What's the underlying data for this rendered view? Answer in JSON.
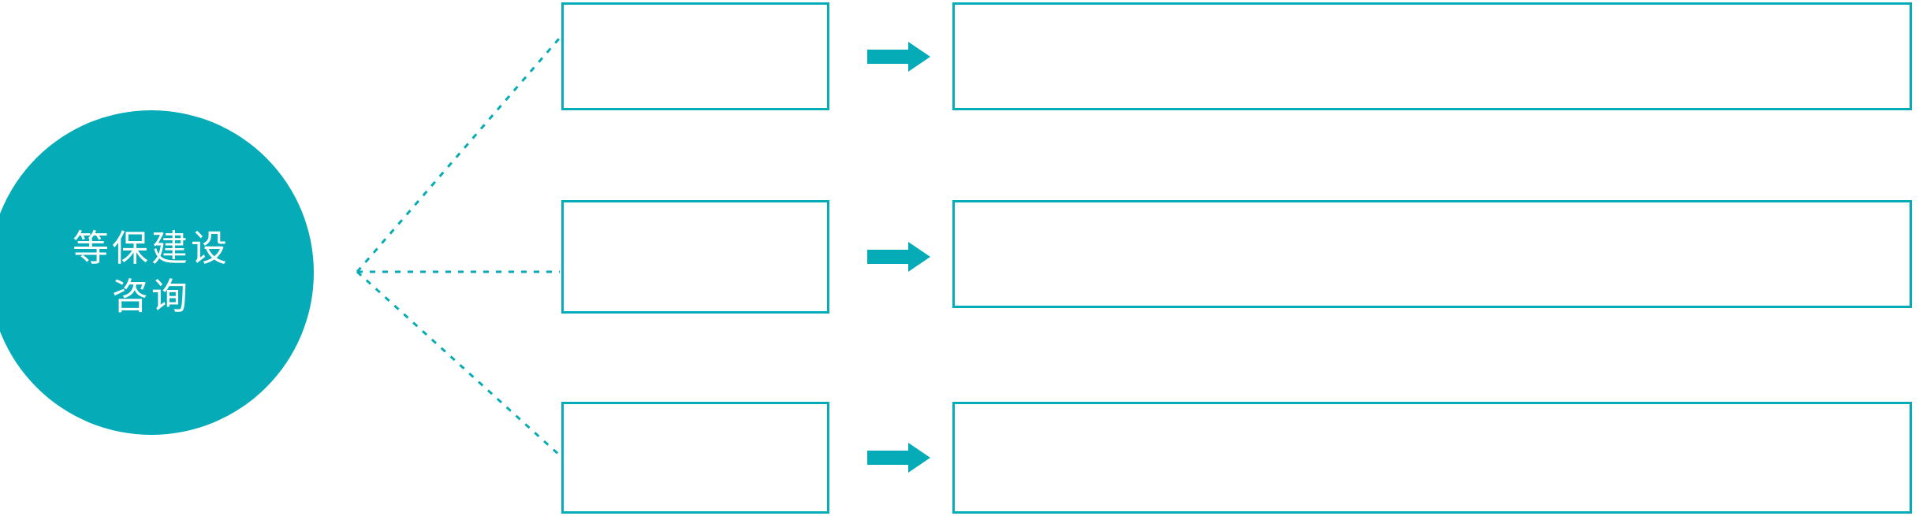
{
  "diagram": {
    "type": "hub-and-spoke-process",
    "background_color": "#ffffff",
    "accent_color": "#06abb8",
    "hub": {
      "shape": "circle",
      "fill_color": "#06abb8",
      "text_color": "#ffffff",
      "lines": [
        "等保建设",
        "咨询"
      ]
    },
    "connector": {
      "style": "dotted",
      "color": "#06abb8",
      "origin_label": "fan-out-vertex"
    },
    "arrow": {
      "icon": "right-block-arrow",
      "color": "#06abb8"
    },
    "rows": [
      {
        "category": "",
        "description": ""
      },
      {
        "category": "",
        "description": ""
      },
      {
        "category": "",
        "description": ""
      }
    ]
  }
}
